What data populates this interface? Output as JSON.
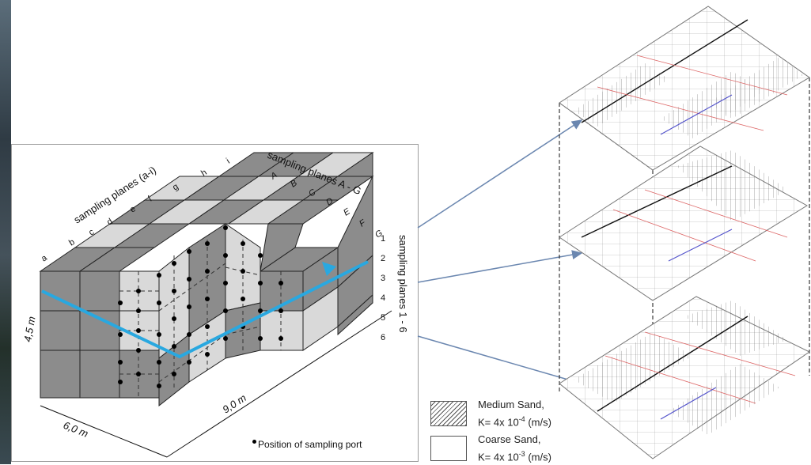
{
  "diagram": {
    "plane_labels_lower": {
      "title": "sampling planes (a-i)",
      "letters": [
        "a",
        "b",
        "c",
        "d",
        "e",
        "f",
        "g",
        "h",
        "i"
      ]
    },
    "plane_labels_upper": {
      "title": "sampling planes A - G",
      "letters": [
        "A",
        "B",
        "C",
        "D",
        "E",
        "F",
        "G"
      ]
    },
    "plane_labels_depth": {
      "title": "sampling planes 1 - 6",
      "numbers": [
        "1",
        "2",
        "3",
        "4",
        "5",
        "6"
      ]
    },
    "dimensions": {
      "height": "4,5 m",
      "width": "6,0 m",
      "length": "9,0 m"
    },
    "port_note": "Position of sampling port"
  },
  "legend": {
    "medium_sand": {
      "name": "Medium Sand,",
      "k_prefix": "K= 4x 10",
      "k_exp": "-4",
      "k_unit": " (m/s)"
    },
    "coarse_sand": {
      "name": "Coarse Sand,",
      "k_prefix": "K= 4x 10",
      "k_exp": "-3",
      "k_unit": " (m/s)"
    }
  },
  "colors": {
    "dark_cell": "#8c8c8c",
    "light_cell": "#d9d9d9",
    "arrow": "#29a8e0",
    "pointer_arrow": "#6b87b0"
  }
}
